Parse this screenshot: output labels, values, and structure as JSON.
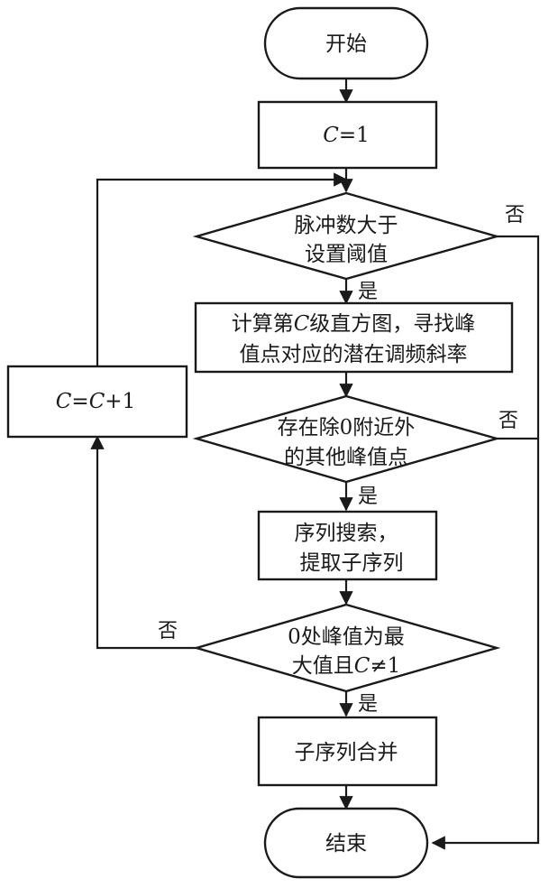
{
  "flowchart": {
    "nodes": {
      "start": "开始",
      "init": {
        "var": "C",
        "rest": "=1"
      },
      "cond_pulses": [
        "脉冲数大于",
        "设置阈值"
      ],
      "compute": {
        "line1_pre": "计算第",
        "line1_var": "C",
        "line1_post": "级直方图，寻找峰",
        "line2": "值点对应的潜在调频斜率"
      },
      "cond_peaks": [
        "存在除0附近外",
        "的其他峰值点"
      ],
      "search": [
        "序列搜索，",
        "提取子序列"
      ],
      "cond_max": {
        "line1": "0处峰值为最",
        "line2_pre": "大值且",
        "line2_var": "C",
        "line2_post": "≠1"
      },
      "merge": "子序列合并",
      "increment": {
        "var1": "C",
        "mid": "=",
        "var2": "C",
        "post": "+1"
      },
      "end": "结束"
    },
    "edge_labels": {
      "yes1": "是",
      "yes2": "是",
      "yes3": "是",
      "no1": "否",
      "no2": "否",
      "no3": "否"
    }
  }
}
